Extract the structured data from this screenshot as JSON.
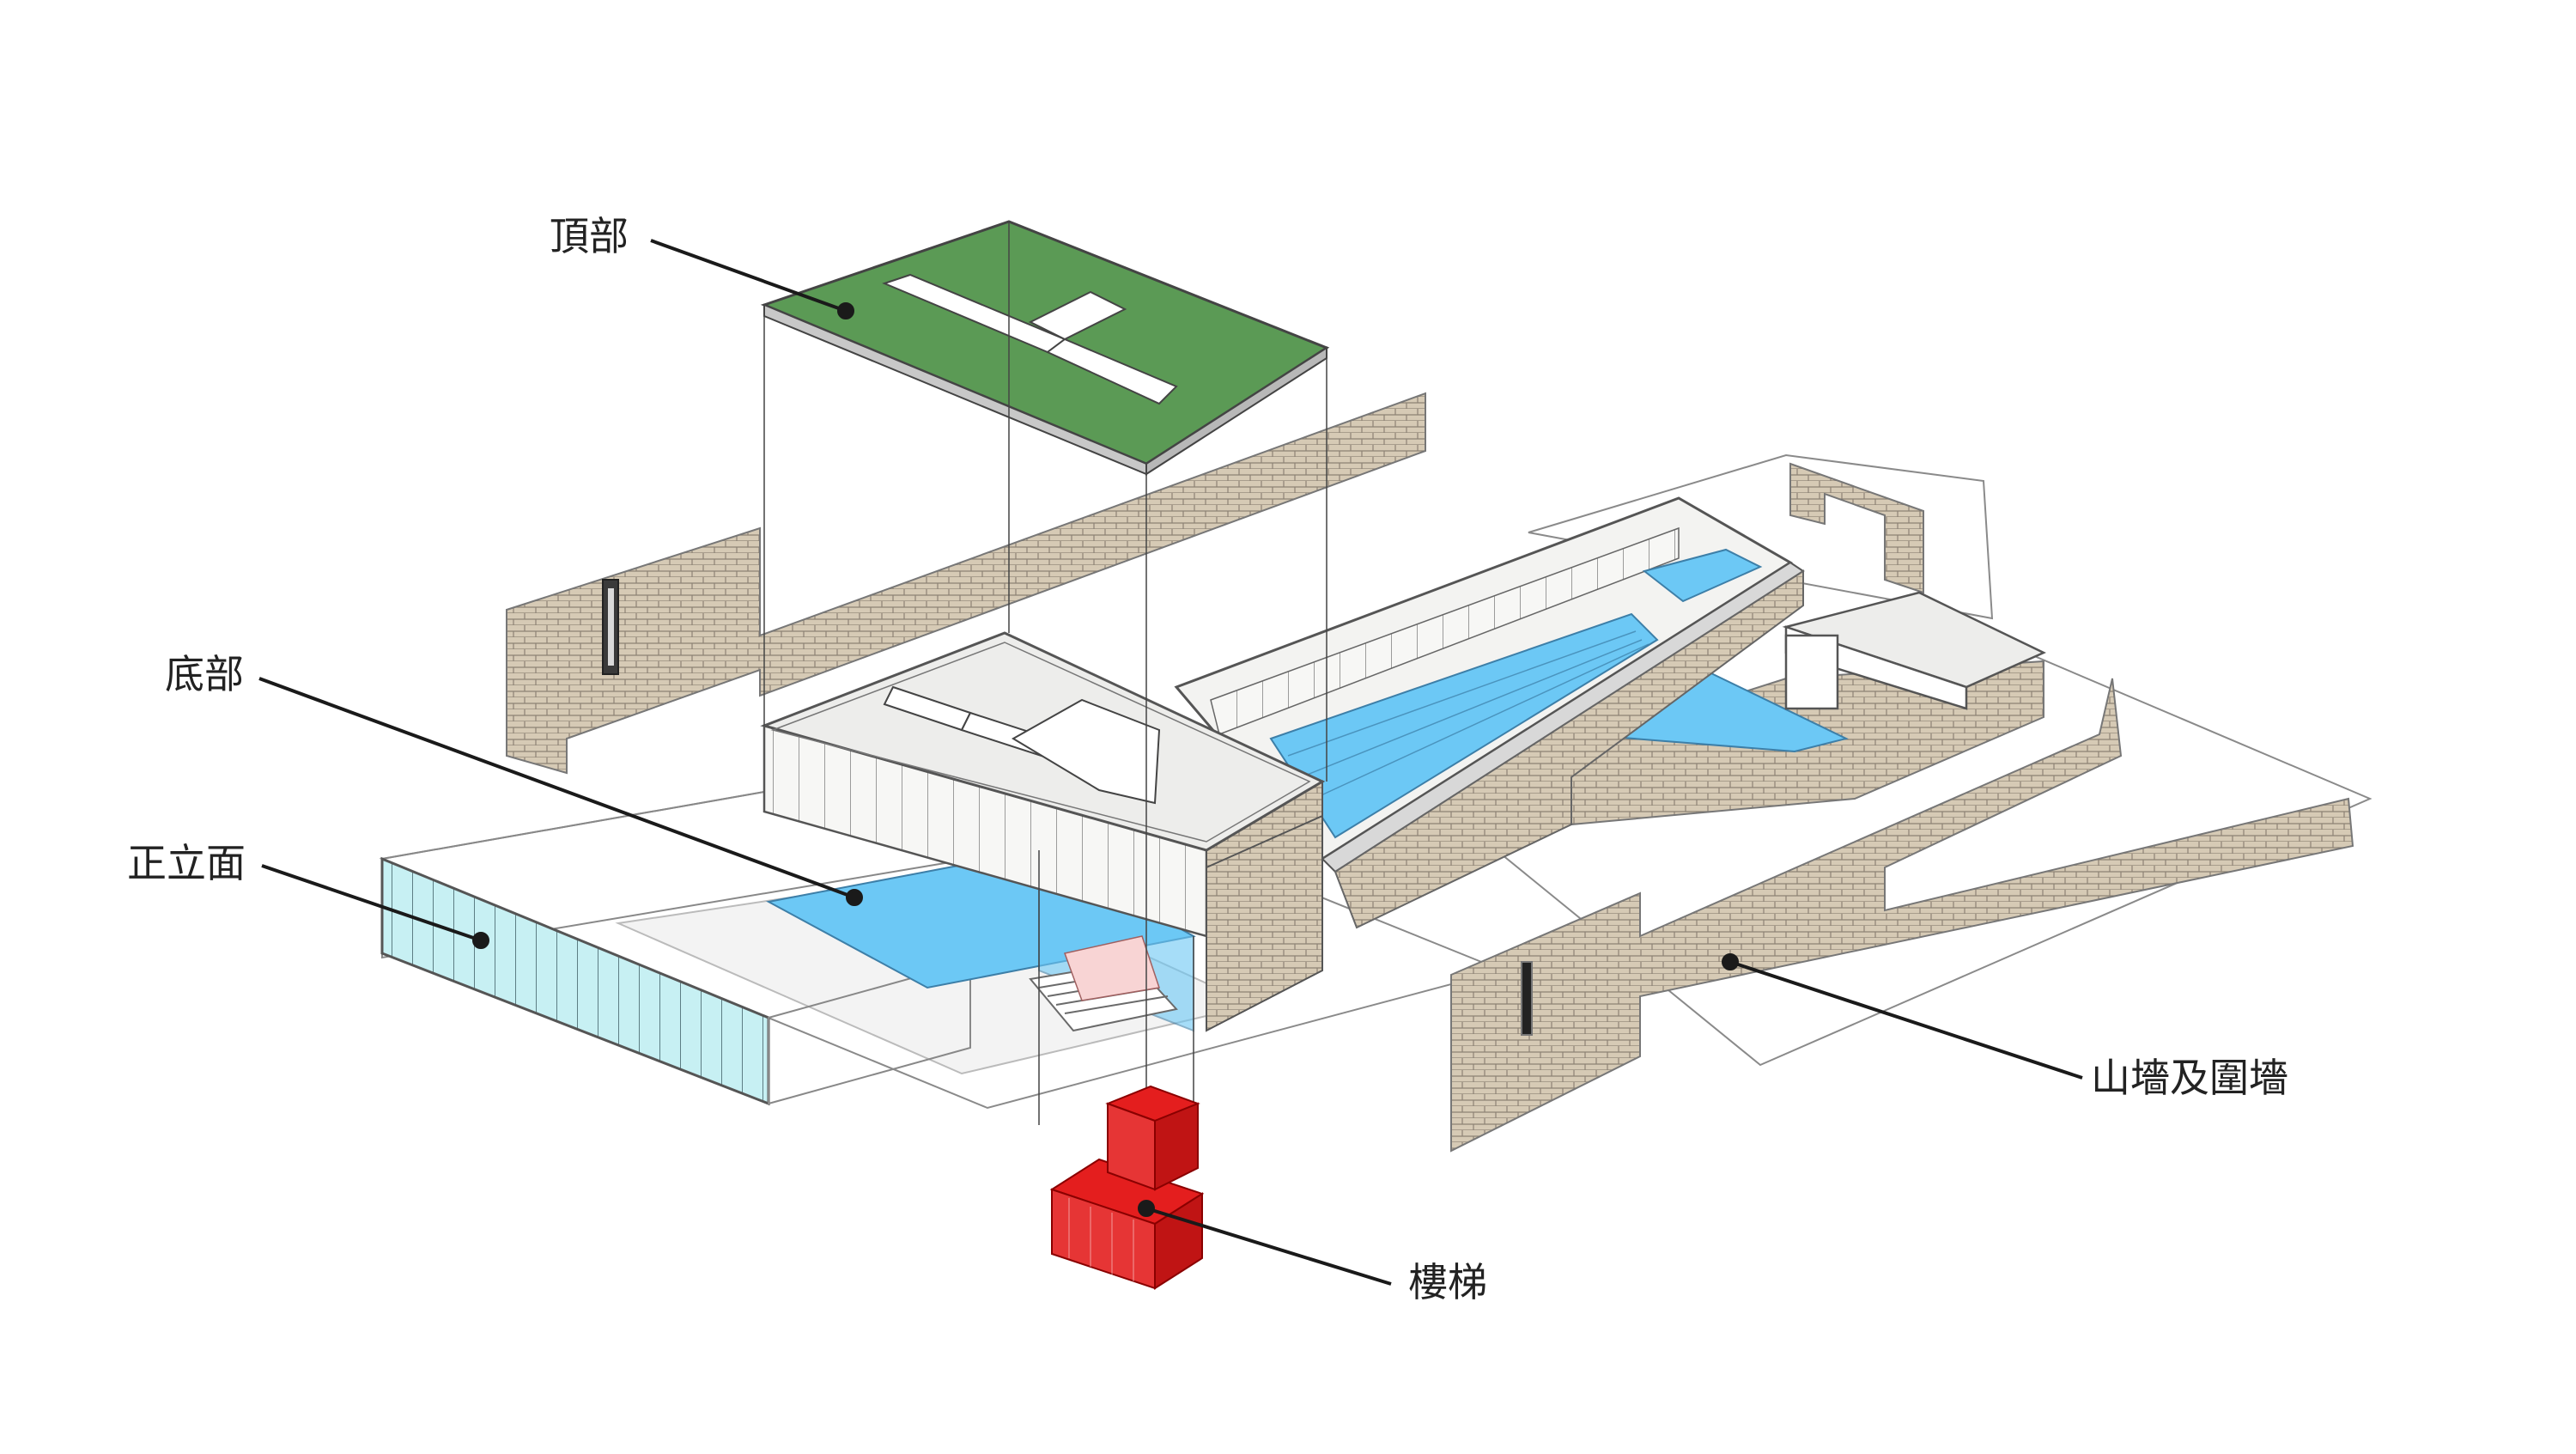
{
  "labels": {
    "roof": "頂部",
    "base": "底部",
    "facade": "正立面",
    "walls": "山墻及圍墻",
    "stairs": "樓梯"
  },
  "colors": {
    "roof_green": "#5b9a55",
    "pool_blue": "#6cc8f5",
    "stair_red": "#e41e1e",
    "glass_cyan": "#bfeef2",
    "brick_tan": "#cdbfa8",
    "roof_white": "#ededeb",
    "line": "#222222"
  },
  "icons": {
    "leader_dot": "dot-icon",
    "skylight": "skylight-icon"
  }
}
